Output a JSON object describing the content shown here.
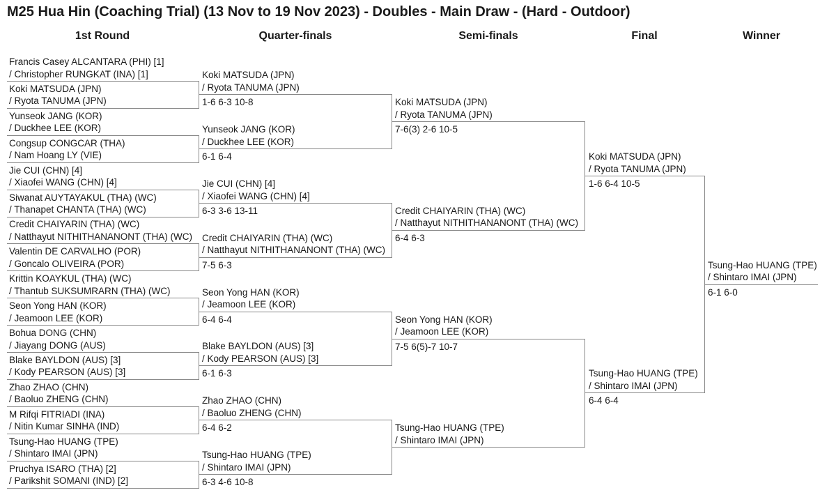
{
  "title": "M25 Hua Hin (Coaching Trial) (13 Nov to 19 Nov 2023) - Doubles - Main Draw - (Hard - Outdoor)",
  "headers": [
    "1st Round",
    "Quarter-finals",
    "Semi-finals",
    "Final",
    "Winner"
  ],
  "r1": [
    [
      "Francis Casey ALCANTARA (PHI) [1]",
      "/ Christopher RUNGKAT (INA) [1]"
    ],
    [
      "Koki MATSUDA (JPN)",
      "/ Ryota TANUMA (JPN)"
    ],
    [
      "Yunseok JANG (KOR)",
      "/ Duckhee LEE (KOR)"
    ],
    [
      "Congsup CONGCAR (THA)",
      "/ Nam Hoang LY (VIE)"
    ],
    [
      "Jie CUI (CHN) [4]",
      "/ Xiaofei WANG (CHN) [4]"
    ],
    [
      "Siwanat AUYTAYAKUL (THA) (WC)",
      "/ Thanapet CHANTA (THA) (WC)"
    ],
    [
      "Credit CHAIYARIN (THA) (WC)",
      "/ Natthayut NITHITHANANONT (THA) (WC)"
    ],
    [
      "Valentin DE CARVALHO (POR)",
      "/ Goncalo OLIVEIRA (POR)"
    ],
    [
      "Krittin KOAYKUL (THA) (WC)",
      "/ Thantub SUKSUMRARN (THA) (WC)"
    ],
    [
      "Seon Yong HAN (KOR)",
      "/ Jeamoon LEE (KOR)"
    ],
    [
      "Bohua DONG (CHN)",
      "/ Jiayang DONG (AUS)"
    ],
    [
      "Blake BAYLDON (AUS) [3]",
      "/ Kody PEARSON (AUS) [3]"
    ],
    [
      "Zhao ZHAO (CHN)",
      "/ Baoluo ZHENG (CHN)"
    ],
    [
      "M Rifqi FITRIADI (INA)",
      "/ Nitin Kumar SINHA (IND)"
    ],
    [
      "Tsung-Hao HUANG (TPE)",
      "/ Shintaro IMAI (JPN)"
    ],
    [
      "Pruchya ISARO (THA) [2]",
      "/ Parikshit SOMANI (IND) [2]"
    ]
  ],
  "qf": [
    {
      "team": [
        "Koki MATSUDA (JPN)",
        "/ Ryota TANUMA (JPN)"
      ],
      "score": "1-6 6-3 10-8"
    },
    {
      "team": [
        "Yunseok JANG (KOR)",
        "/ Duckhee LEE (KOR)"
      ],
      "score": "6-1 6-4"
    },
    {
      "team": [
        "Jie CUI (CHN) [4]",
        "/ Xiaofei WANG (CHN) [4]"
      ],
      "score": "6-3 3-6 13-11"
    },
    {
      "team": [
        "Credit CHAIYARIN (THA) (WC)",
        "/ Natthayut NITHITHANANONT (THA) (WC)"
      ],
      "score": "7-5 6-3"
    },
    {
      "team": [
        "Seon Yong HAN (KOR)",
        "/ Jeamoon LEE (KOR)"
      ],
      "score": "6-4 6-4"
    },
    {
      "team": [
        "Blake BAYLDON (AUS) [3]",
        "/ Kody PEARSON (AUS) [3]"
      ],
      "score": "6-1 6-3"
    },
    {
      "team": [
        "Zhao ZHAO (CHN)",
        "/ Baoluo ZHENG (CHN)"
      ],
      "score": "6-4 6-2"
    },
    {
      "team": [
        "Tsung-Hao HUANG (TPE)",
        "/ Shintaro IMAI (JPN)"
      ],
      "score": "6-3 4-6 10-8"
    }
  ],
  "sf": [
    {
      "team": [
        "Koki MATSUDA (JPN)",
        "/ Ryota TANUMA (JPN)"
      ],
      "score": "7-6(3) 2-6 10-5"
    },
    {
      "team": [
        "Credit CHAIYARIN (THA) (WC)",
        "/ Natthayut NITHITHANANONT (THA) (WC)"
      ],
      "score": "6-4 6-3"
    },
    {
      "team": [
        "Seon Yong HAN (KOR)",
        "/ Jeamoon LEE (KOR)"
      ],
      "score": "7-5 6(5)-7 10-7"
    },
    {
      "team": [
        "Tsung-Hao HUANG (TPE)",
        "/ Shintaro IMAI (JPN)"
      ],
      "score": ""
    }
  ],
  "fin": [
    {
      "team": [
        "Koki MATSUDA (JPN)",
        "/ Ryota TANUMA (JPN)"
      ],
      "score": "1-6 6-4 10-5"
    },
    {
      "team": [
        "Tsung-Hao HUANG (TPE)",
        "/ Shintaro IMAI (JPN)"
      ],
      "score": "6-4 6-4"
    }
  ],
  "winner": {
    "team": [
      "Tsung-Hao HUANG (TPE)",
      "/ Shintaro IMAI (JPN)"
    ],
    "score": "6-1 6-0"
  }
}
